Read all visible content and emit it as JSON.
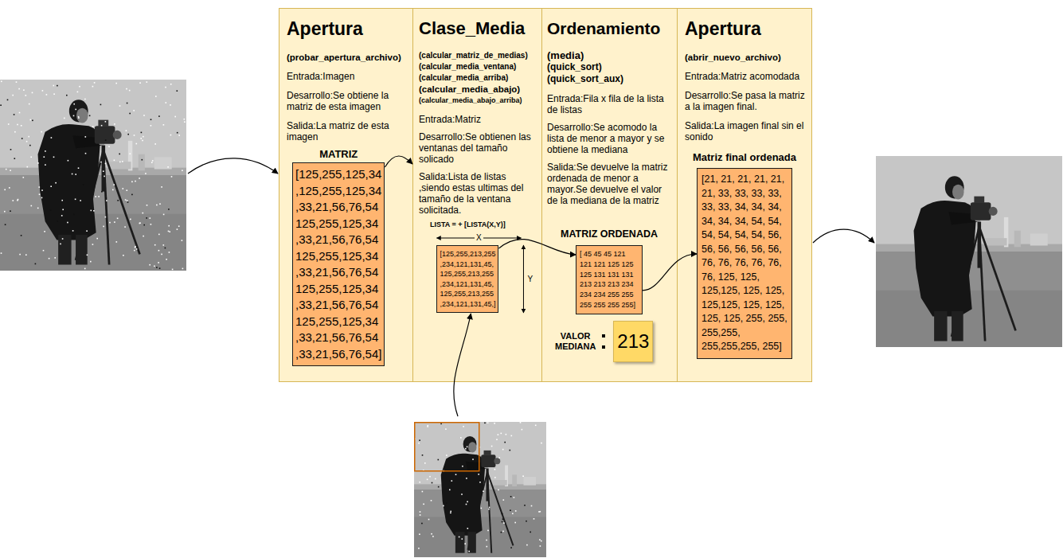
{
  "diagram": {
    "nodes": [
      {
        "text": [
          "Apertura",
          "(probar_apertura_archivo)",
          "Entrada:Imagen",
          "Desarrollo:Se obtiene la matriz de esta imagen",
          "Salida:La matriz de esta imagen"
        ]
      },
      {
        "text": [
          "MATRIZ",
          "[125,255,125,34 ,125,255,125,34 ,33,21,56,76,54 125,255,125,34 ,33,21,56,76,54 125,255,125,34 ,33,21,56,76,54 125,255,125,34 ,33,21,56,76,54 125,255,125,34 ,33,21,56,76,54 ,33,21,56,76,54]"
        ],
        "in": 0
      },
      {
        "text": [
          "Clase_Media",
          "(calcular_matriz_de_medias)",
          "(calcular_media_ventana)",
          "(calcular_media_arriba)",
          "(calcular_media_abajo)",
          "(calcular_media_abajo_arriba)",
          "Entrada:Matriz",
          "Desarrollo:Se obtienen las ventanas del tamaño solicado",
          "Salida:Lista de listas ,siendo estas ultimas del tamaño de la ventana solicitada."
        ]
      },
      {
        "text": [
          "LISTA = + [LISTA(X,Y)]",
          "[125,255,213,255 ,234,121,131,45, 125,255,213,255 ,234,121,131,45, 125,255,213,255 ,234,121,131,45,]"
        ],
        "in": 2
      },
      {
        "text": [
          "Ordenamiento",
          "(media)",
          "(quick_sort)",
          "(quick_sort_aux)",
          "Entrada:Fila x fila de la lista de listas",
          "Desarrollo:Se acomodo la lista de menor a mayor y se obtiene la mediana",
          "Salida:Se devuelve la matriz ordenada de menor a mayor.Se devuelve el valor de la mediana de la matriz"
        ]
      },
      {
        "text": [
          "MATRIZ ORDENADA",
          "[ 45 45 45 121 121 121 125 125 125 131 131 131 213 213 213 234 234 234 255 255 255 255 255 255]"
        ],
        "in": 4
      },
      {
        "text": [
          "VALOR MEDIANA",
          "213"
        ],
        "in": 4
      },
      {
        "text": [
          "Apertura",
          "(abrir_nuevo_archivo)",
          "Entrada:Matriz acomodada",
          "Desarrollo:Se pasa la matriz a la imagen final.",
          "Salida:La imagen final sin el sonido"
        ]
      },
      {
        "text": [
          "Matriz final ordenada",
          "[21, 21, 21, 21, 21, 21, 33, 33, 33, 33, 33, 33, 34, 34, 34, 34, 34, 34, 54, 54, 54, 54, 54, 54, 56, 56, 56, 56, 56, 56, 76, 76, 76, 76, 76, 76, 125, 125, 125,125, 125, 125, 125,125, 125, 125, 125, 125, 255, 255, 255,255, 255,255,255, 255]"
        ],
        "in": 7
      }
    ],
    "edges": [
      {
        "from": 1,
        "to": 2,
        "arrow": "to"
      },
      {
        "from": 3,
        "to": 5,
        "arrow": "to"
      },
      {
        "from": 5,
        "to": 8,
        "arrow": "to"
      }
    ],
    "labels": [
      "X",
      "Y"
    ]
  }
}
